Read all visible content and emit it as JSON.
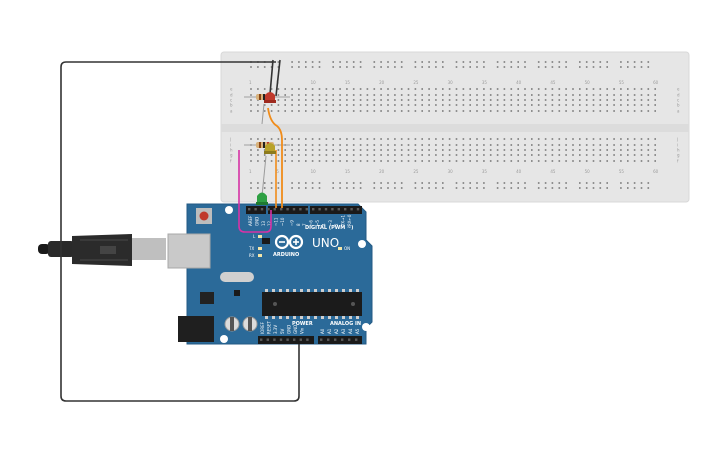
{
  "breadboard": {
    "column_numbers": [
      "1",
      "5",
      "10",
      "15",
      "20",
      "25",
      "30",
      "35",
      "40",
      "45",
      "50",
      "55",
      "60"
    ],
    "row_letters_top": [
      "a",
      "b",
      "c",
      "d",
      "e"
    ],
    "row_letters_bottom": [
      "f",
      "g",
      "h",
      "i",
      "j"
    ]
  },
  "arduino": {
    "brand": "ARDUINO",
    "model": "UNO",
    "digital_label": "DIGITAL (PWM ~)",
    "power_label": "POWER",
    "analog_label": "ANALOG IN",
    "on_label": "ON",
    "tx_label": "TX",
    "rx_label": "RX",
    "l_label": "L",
    "aref_label": "AREF",
    "gnd_label": "GND",
    "digital_pins": [
      "13",
      "12",
      "~11",
      "~10",
      "~9",
      "8",
      "7",
      "~6",
      "~5",
      "4",
      "~3",
      "2",
      "TX→1",
      "RX←0"
    ],
    "power_pins": [
      "IOREF",
      "RESET",
      "3.3V",
      "5V",
      "GND",
      "GND",
      "Vin"
    ],
    "analog_pins": [
      "A0",
      "A1",
      "A2",
      "A3",
      "A4",
      "A5"
    ]
  },
  "colors": {
    "breadboard": "#e6e6e6",
    "board": "#2b6a99",
    "wire_black": "#333333",
    "wire_orange": "#f08c1a",
    "wire_magenta": "#d632a6",
    "led_red": "#c0392b",
    "led_yellow": "#b8a22a",
    "led_green": "#2ea043"
  }
}
